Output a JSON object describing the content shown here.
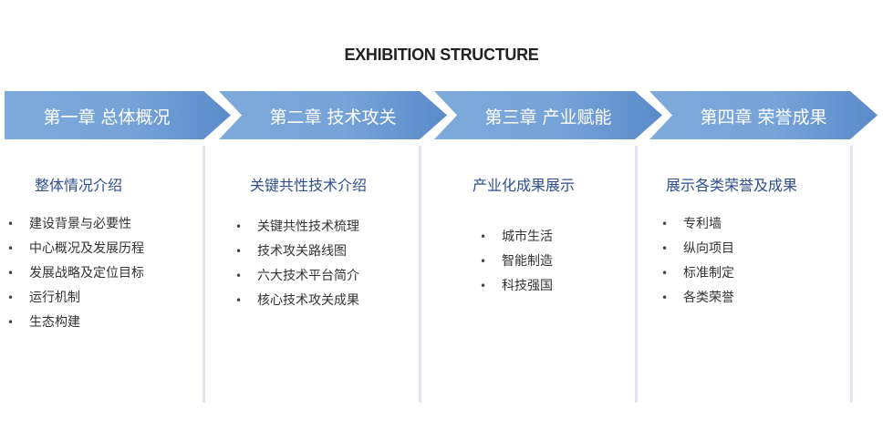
{
  "title": "EXHIBITION STRUCTURE",
  "chapters": [
    {
      "label": "第一章  总体概况",
      "heading": "整体情况介绍",
      "items": [
        "建设背景与必要性",
        "中心概况及发展历程",
        "发展战略及定位目标",
        "运行机制",
        "生态构建"
      ]
    },
    {
      "label": "第二章  技术攻关",
      "heading": "关键共性技术介绍",
      "items": [
        "关键共性技术梳理",
        "技术攻关路线图",
        "六大技术平台简介",
        "核心技术攻关成果"
      ]
    },
    {
      "label": "第三章  产业赋能",
      "heading": "产业化成果展示",
      "items": [
        "城市生活",
        "智能制造",
        "科技强国"
      ]
    },
    {
      "label": "第四章  荣誉成果",
      "heading": "展示各类荣誉及成果",
      "items": [
        "专利墙",
        "纵向项目",
        "标准制定",
        "各类荣誉"
      ]
    }
  ]
}
